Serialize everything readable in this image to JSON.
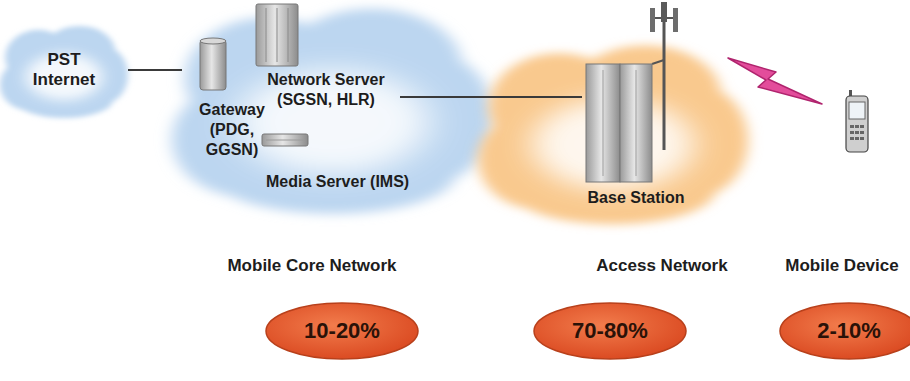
{
  "diagram": {
    "nodes": [
      {
        "text": [
          "PST Internet"
        ]
      },
      {
        "text": [
          "Mobile Core Network"
        ]
      },
      {
        "text": [
          "Gateway (PDG, GGSN)"
        ],
        "in": 1
      },
      {
        "text": [
          "Network Server (SGSN, HLR)"
        ],
        "in": 1
      },
      {
        "text": [
          "Media Server (IMS)"
        ],
        "in": 1
      },
      {
        "text": [
          "Access Network"
        ]
      },
      {
        "text": [
          "Base Station"
        ],
        "in": 5
      },
      {
        "text": [
          "Mobile Device"
        ]
      },
      {
        "text": [
          "10-20%"
        ]
      },
      {
        "text": [
          "70-80%"
        ]
      },
      {
        "text": [
          "2-10%"
        ]
      }
    ],
    "edges": [
      {
        "from": 0,
        "to": 2,
        "arrow": "none"
      },
      {
        "from": 3,
        "to": 6,
        "arrow": "none"
      }
    ]
  }
}
